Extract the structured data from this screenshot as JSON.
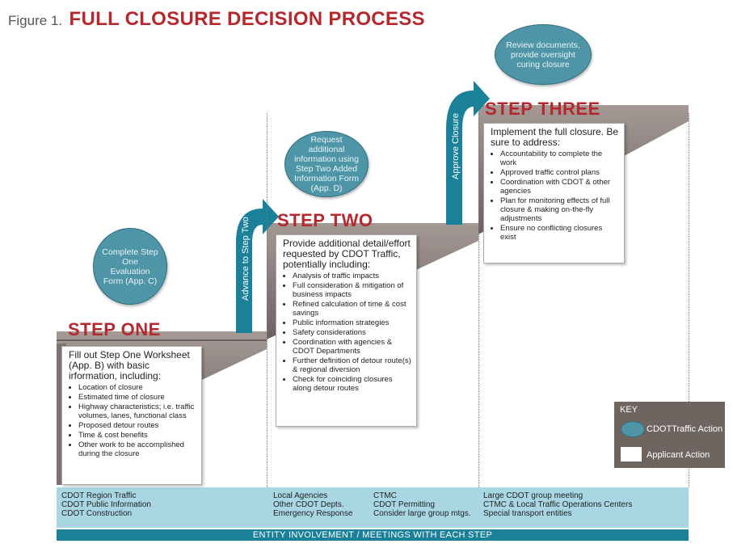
{
  "figure": {
    "number_label": "Figure 1.",
    "title": "FULL CLOSURE DECISION PROCESS"
  },
  "colors": {
    "teal": "#4e96a7",
    "teal_dark": "#1b8199",
    "red": "#b5282e",
    "stair": "#8a7e7a",
    "band": "#a9d6e3"
  },
  "ellipses": {
    "step_one": "Complete Step One Evaluation Form (App. C)",
    "step_two": "Request additional information using Step Two Added Information Form (App. D)",
    "step_three": "Review documents, provide oversight curing closure"
  },
  "arrows": {
    "advance": "Advance to Step Two",
    "approve": "Approve Closure"
  },
  "steps": {
    "one": {
      "label": "STEP ONE",
      "intro": "Fill out Step One Worksheet (App. B) with basic irformation, including:",
      "items": [
        "Location of closure",
        "Estimated time of closure",
        "Highway characteristics; i.e. traffic volumes, lanes, functional class",
        "Proposed detour routes",
        "Time & cost benefits",
        "Other work to be accomplished during the closure"
      ]
    },
    "two": {
      "label": "STEP TWO",
      "intro": "Provide additional detail/effort requested by CDOT Traffic, potentially including:",
      "items": [
        "Analysis of traffic impacts",
        "Full consideration & mitigation of business impacts",
        "Refined calculation of time & cost savings",
        "Public information strategies",
        "Safety considerations",
        "Coordination with agencies & CDOT Departments",
        "Further definition of detour route(s) & regional diversion",
        "Check for coinciding closures along detour routes"
      ]
    },
    "three": {
      "label": "STEP THREE",
      "intro": "Implement the full closure. Be sure to address:",
      "items": [
        "Accountability to complete the work",
        "Approved traffic control plans",
        "Coordination with CDOT & other agencies",
        "Plan for monitoring effects of full closure & making on-the-fly adjustments",
        "Ensure no conflicting closures exist"
      ]
    }
  },
  "entities": {
    "col1": [
      "CDOT Region Traffic",
      "CDOT Public Information",
      "CDOT Construction"
    ],
    "col2": [
      "Local Agencies",
      "Other CDOT Depts.",
      "Emergency Response"
    ],
    "col3": [
      "CTMC",
      "CDOT Permitting",
      "Consider large group mtgs."
    ],
    "col4": [
      "Large CDOT group meeting",
      "CTMC & Local Traffic Operations Centers",
      "Special transport entities"
    ],
    "bar_label": "ENTITY INVOLVEMENT / MEETINGS WITH EACH STEP"
  },
  "key": {
    "title": "KEY",
    "teal_label": "CDOTTraffic Action",
    "white_label": "Applicant Action"
  }
}
